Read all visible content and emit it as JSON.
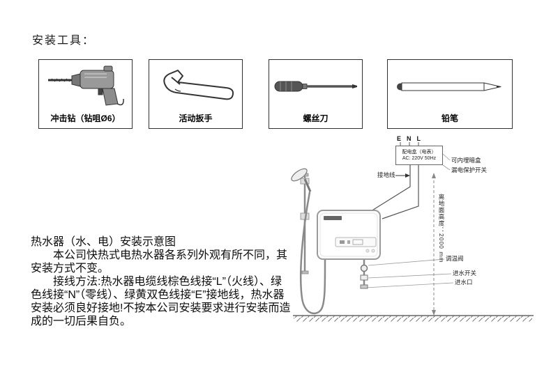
{
  "page": {
    "tools_heading": "安装工具："
  },
  "tools": {
    "items": [
      {
        "label": "冲击钻（钻咀Ø6）"
      },
      {
        "label": "活动扳手"
      },
      {
        "label": "螺丝刀"
      },
      {
        "label": "铅笔"
      }
    ]
  },
  "instructions": {
    "heading": "热水器（水、电）安装示意图",
    "para1": "本公司快热式电热水器各系列外观有所不同，其安装方式不变。",
    "para2": "接线方法:热水器电缆线棕色线接“L”（火线）、绿色线接“N”（零线）、绿黄双色线接“E”接地线，热水器安装必须良好接地!不按本公司安装要求进行安装而造成的一切后果自负。"
  },
  "diagram": {
    "terminal_e": "E",
    "terminal_n": "N",
    "terminal_l": "L",
    "power_box_line1": "配电盒（电表）",
    "power_box_line2": "AC: 220V 50Hz",
    "label_concealed_box": "可内埋暗盒",
    "label_leakage_protector": "漏电保护开关",
    "label_ground_wire": "接地线",
    "label_height": "离地面高度：2000 mm",
    "label_temp_valve": "调温阀",
    "label_inlet_switch": "进水开关",
    "label_inlet": "进水口"
  }
}
